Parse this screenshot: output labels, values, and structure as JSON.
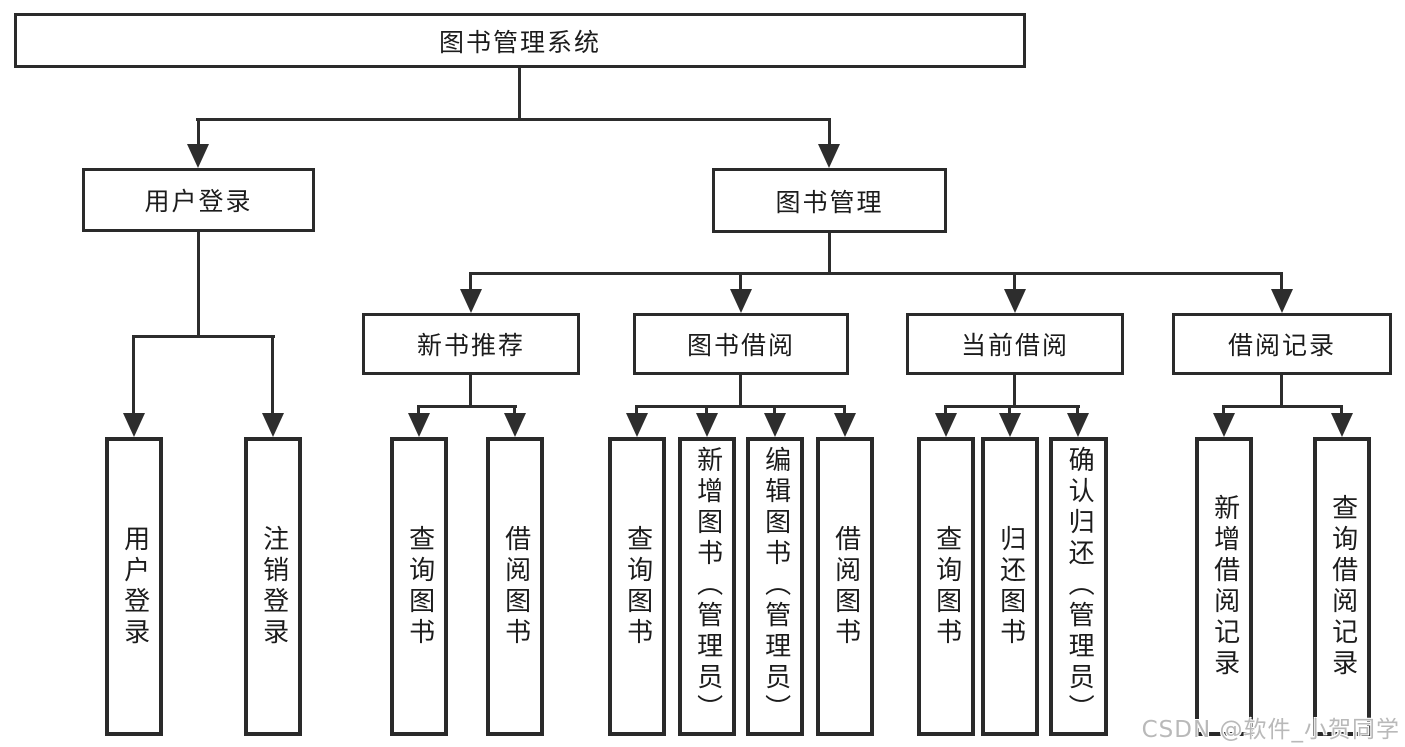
{
  "nodes": {
    "root": {
      "label": "图书管理系统"
    },
    "level2": [
      {
        "label": "用户登录",
        "parent": "图书管理系统"
      },
      {
        "label": "图书管理",
        "parent": "图书管理系统"
      }
    ],
    "level3": [
      {
        "label": "新书推荐",
        "parent": "图书管理"
      },
      {
        "label": "图书借阅",
        "parent": "图书管理"
      },
      {
        "label": "当前借阅",
        "parent": "图书管理"
      },
      {
        "label": "借阅记录",
        "parent": "图书管理"
      }
    ],
    "leaves": [
      {
        "label": "用户登录",
        "parent": "用户登录"
      },
      {
        "label": "注销登录",
        "parent": "用户登录"
      },
      {
        "label": "查询图书",
        "parent": "新书推荐"
      },
      {
        "label": "借阅图书",
        "parent": "新书推荐"
      },
      {
        "label": "查询图书",
        "parent": "图书借阅"
      },
      {
        "label": "新增图书（管理员）",
        "parent": "图书借阅"
      },
      {
        "label": "编辑图书（管理员）",
        "parent": "图书借阅"
      },
      {
        "label": "借阅图书",
        "parent": "图书借阅"
      },
      {
        "label": "查询图书",
        "parent": "当前借阅"
      },
      {
        "label": "归还图书",
        "parent": "当前借阅"
      },
      {
        "label": "确认归还（管理员）",
        "parent": "当前借阅"
      },
      {
        "label": "新增借阅记录",
        "parent": "借阅记录"
      },
      {
        "label": "查询借阅记录",
        "parent": "借阅记录"
      }
    ]
  },
  "watermark": {
    "text": "CSDN @软件_小贺同学"
  },
  "colors": {
    "box_border": "#2a2a2a",
    "connector": "#2d2d2d",
    "text": "#1c1c1c",
    "background": "#ffffff",
    "watermark": "#b9b9b9"
  }
}
